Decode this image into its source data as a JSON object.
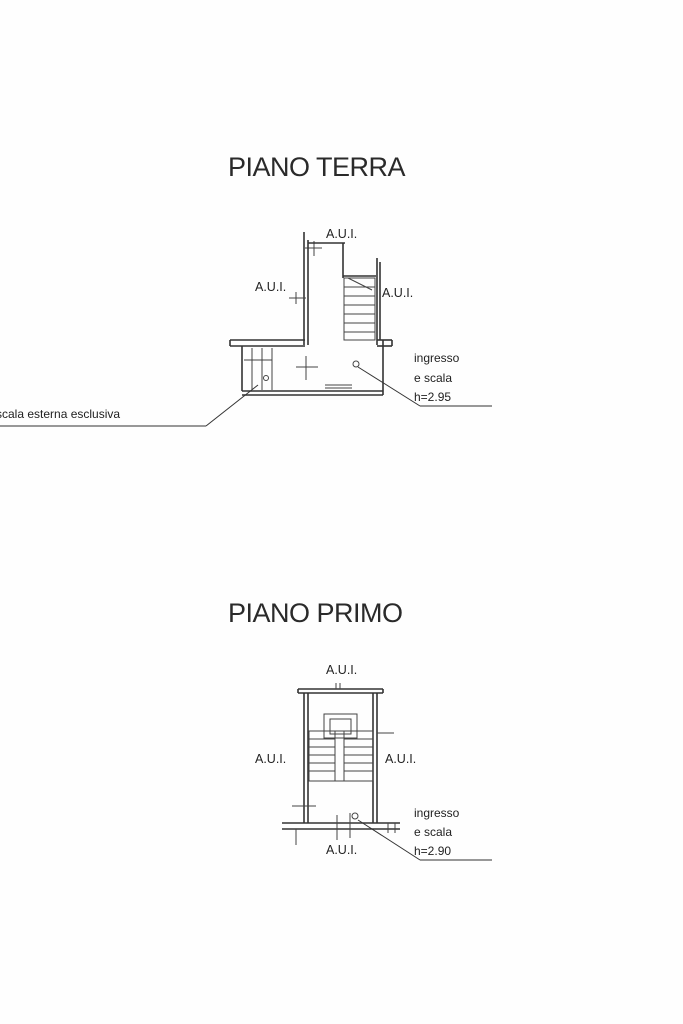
{
  "plans": [
    {
      "title": "PIANO TERRA",
      "labels": {
        "top": "A.U.I.",
        "left": "A.U.I.",
        "right": "A.U.I."
      },
      "entrance": [
        "ingresso",
        "e scala",
        "h=2.95"
      ],
      "external_stair": "scala esterna esclusiva"
    },
    {
      "title": "PIANO PRIMO",
      "labels": {
        "top": "A.U.I.",
        "left": "A.U.I.",
        "right": "A.U.I.",
        "bottom": "A.U.I."
      },
      "entrance": [
        "ingresso",
        "e scala",
        "h=2.90"
      ]
    }
  ]
}
